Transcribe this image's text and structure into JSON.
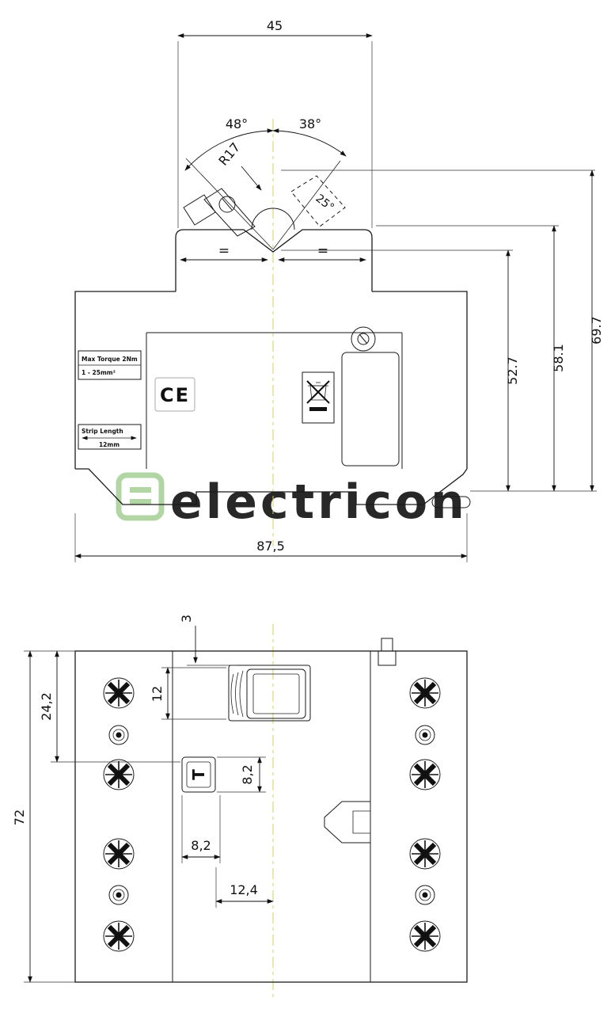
{
  "side": {
    "dim_45": "45",
    "dim_48": "48°",
    "dim_38": "38°",
    "dim_r17": "R17",
    "dim_25": "25°",
    "dim_527": "52.7",
    "dim_581": "58.1",
    "dim_697": "69.7",
    "dim_875": "87,5",
    "eq_left": "=",
    "eq_right": "=",
    "label_torque1": "Max Torque 2Nm",
    "label_torque2": "1 - 25mm²",
    "label_ce": "CE",
    "label_strip1": "Strip Length",
    "label_strip2": "12mm"
  },
  "front": {
    "dim_3": "3",
    "dim_12": "12",
    "dim_242": "24,2",
    "dim_72": "72",
    "dim_82v": "8,2",
    "dim_82h": "8,2",
    "dim_124": "12,4",
    "test_label": "T"
  },
  "watermark": {
    "text": "electricon"
  },
  "colors": {
    "centerline": "#d4d15c",
    "watermark_text": "#d9e8d3",
    "watermark_logo": "#a9d29a"
  }
}
